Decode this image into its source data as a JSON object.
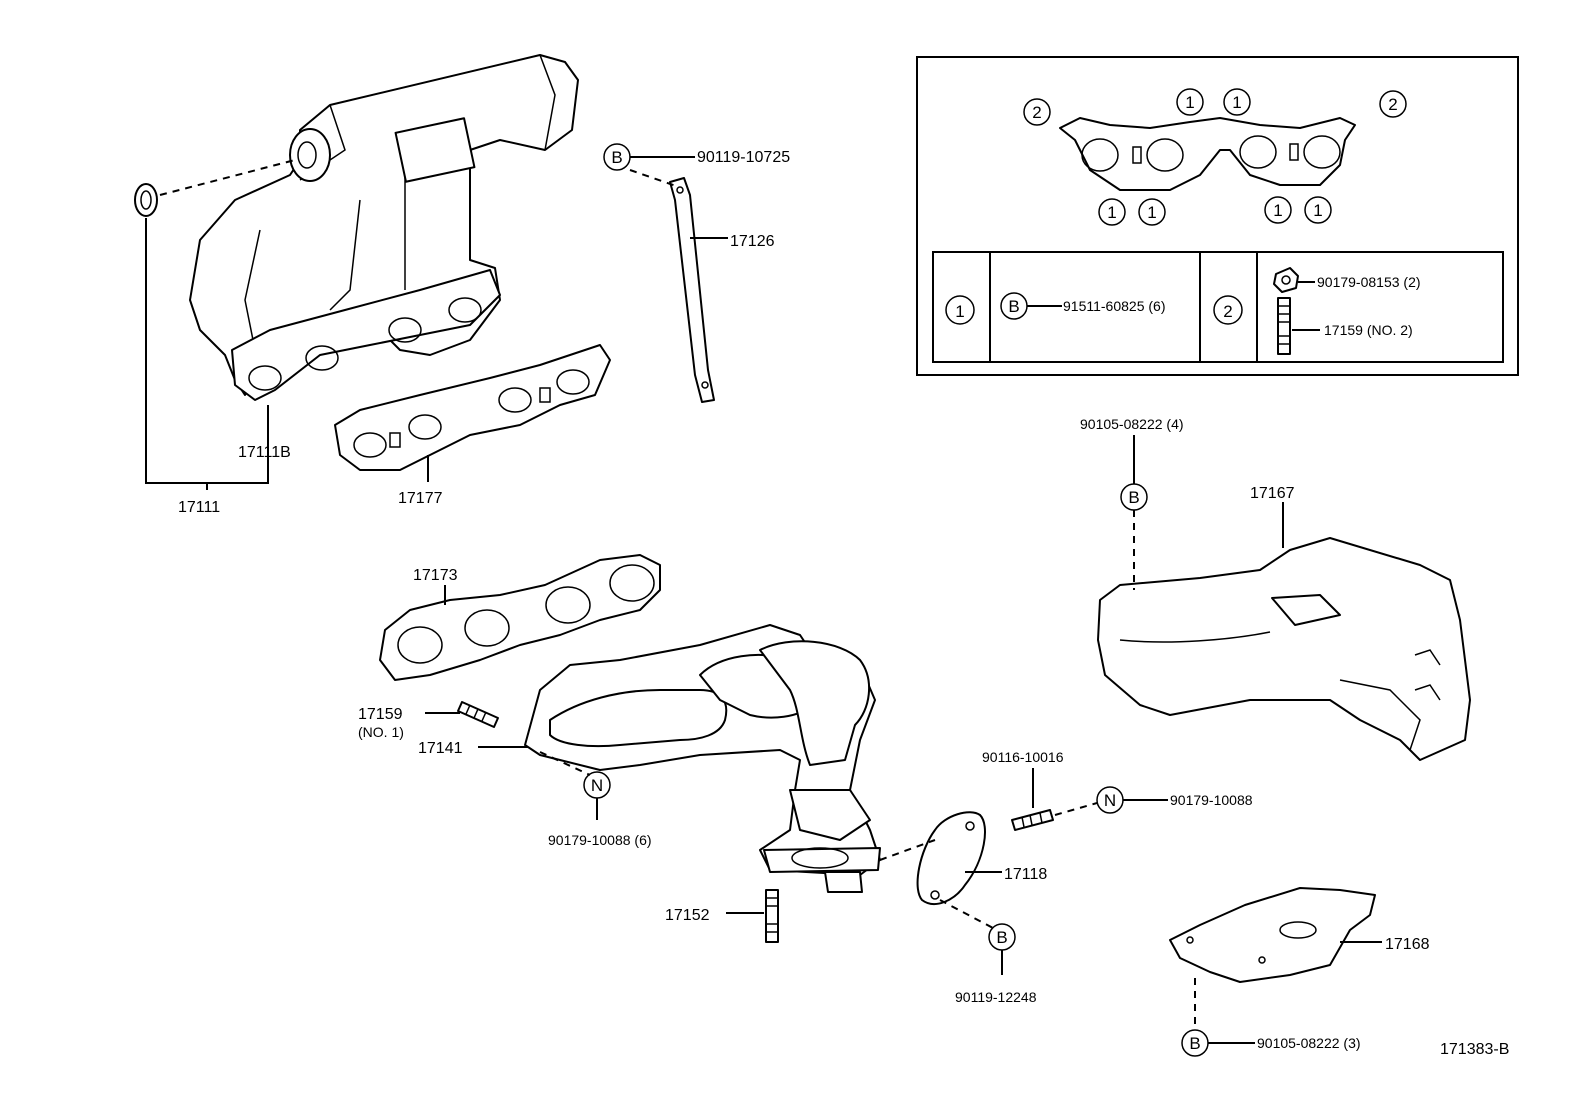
{
  "labels": {
    "p17111": "17111",
    "p17111b": "17111B",
    "p17177": "17177",
    "p17126": "17126",
    "p90119_10725": "90119-10725",
    "p17173": "17173",
    "p17159_no1": "17159",
    "p17159_no1_sub": "(NO. 1)",
    "p17141": "17141",
    "p90179_10088_6": "90179-10088 (6)",
    "p17152": "17152",
    "p90116_10016": "90116-10016",
    "p90179_10088": "90179-10088",
    "p17118": "17118",
    "p90119_12248": "90119-12248",
    "p90105_08222_4": "90105-08222 (4)",
    "p17167": "17167",
    "p17168": "17168",
    "p90105_08222_3": "90105-08222 (3)",
    "ref": "171383-B"
  },
  "callouts": {
    "b": "B",
    "n": "N",
    "one": "1",
    "two": "2"
  },
  "legend": {
    "row1_part": "91511-60825 (6)",
    "row2_part_a": "90179-08153 (2)",
    "row2_part_b": "17159 (NO. 2)"
  }
}
